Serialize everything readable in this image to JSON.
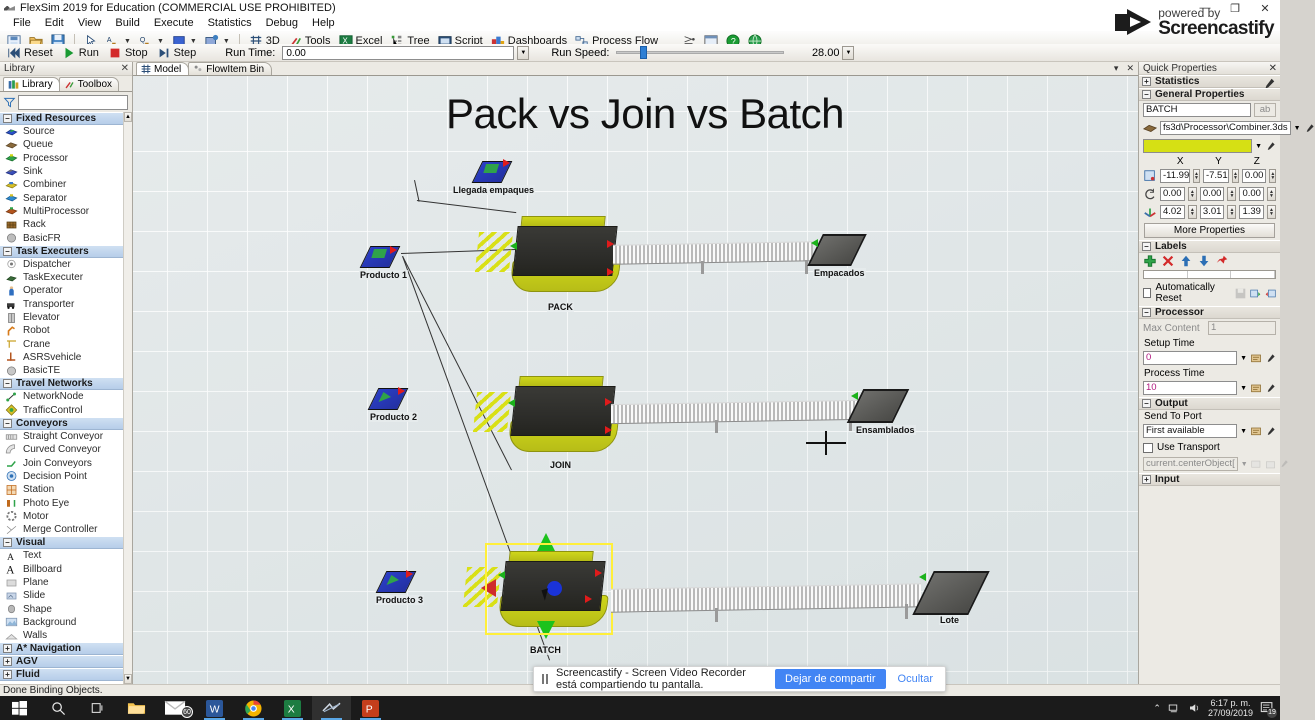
{
  "window": {
    "title": "FlexSim 2019 for Education (COMMERCIAL USE PROHIBITED)",
    "minimize": "—",
    "maximize": "❐",
    "close": "✕"
  },
  "menu": [
    "File",
    "Edit",
    "View",
    "Build",
    "Execute",
    "Statistics",
    "Debug",
    "Help"
  ],
  "toolbar": {
    "buttons": [
      {
        "label": "3D",
        "icon": "grid-3d-icon"
      },
      {
        "label": "Tools",
        "icon": "tools-icon"
      },
      {
        "label": "Excel",
        "icon": "excel-icon"
      },
      {
        "label": "Tree",
        "icon": "tree-icon"
      },
      {
        "label": "Script",
        "icon": "script-icon"
      },
      {
        "label": "Dashboards",
        "icon": "dashboards-icon"
      },
      {
        "label": "Process Flow",
        "icon": "process-flow-icon"
      }
    ]
  },
  "runbar": {
    "reset": "Reset",
    "run": "Run",
    "stop": "Stop",
    "step": "Step",
    "run_time_label": "Run Time:",
    "run_time_value": "0.00",
    "run_speed_label": "Run Speed:",
    "run_speed_value": "28.00"
  },
  "library": {
    "panel_title": "Library",
    "close": "✕",
    "tabs": [
      {
        "label": "Library",
        "icon": "library-icon",
        "active": true
      },
      {
        "label": "Toolbox",
        "icon": "toolbox-icon",
        "active": false
      }
    ],
    "filter_placeholder": "",
    "filter_value": "",
    "groups": [
      {
        "name": "Fixed Resources",
        "expanded": true,
        "items": [
          "Source",
          "Queue",
          "Processor",
          "Sink",
          "Combiner",
          "Separator",
          "MultiProcessor",
          "Rack",
          "BasicFR"
        ]
      },
      {
        "name": "Task Executers",
        "expanded": true,
        "items": [
          "Dispatcher",
          "TaskExecuter",
          "Operator",
          "Transporter",
          "Elevator",
          "Robot",
          "Crane",
          "ASRSvehicle",
          "BasicTE"
        ]
      },
      {
        "name": "Travel Networks",
        "expanded": true,
        "items": [
          "NetworkNode",
          "TrafficControl"
        ]
      },
      {
        "name": "Conveyors",
        "expanded": true,
        "items": [
          "Straight Conveyor",
          "Curved Conveyor",
          "Join Conveyors",
          "Decision Point",
          "Station",
          "Photo Eye",
          "Motor",
          "Merge Controller"
        ]
      },
      {
        "name": "Visual",
        "expanded": true,
        "items": [
          "Text",
          "Billboard",
          "Plane",
          "Slide",
          "Shape",
          "Background",
          "Walls"
        ]
      },
      {
        "name": "A* Navigation",
        "expanded": false,
        "items": []
      },
      {
        "name": "AGV",
        "expanded": false,
        "items": []
      },
      {
        "name": "Fluid",
        "expanded": false,
        "items": []
      }
    ]
  },
  "statusbar": {
    "text": "Done Binding Objects."
  },
  "model": {
    "tabs": [
      {
        "label": "Model",
        "icon": "model-grid-icon",
        "active": true
      },
      {
        "label": "FlowItem Bin",
        "icon": "flowitem-bin-icon",
        "active": false
      }
    ],
    "tab_controls": {
      "dropdown": "▾",
      "close": "✕"
    },
    "title": "Pack vs Join vs Batch",
    "objects": [
      {
        "name": "Llegada empaques",
        "type": "source"
      },
      {
        "name": "Producto 1",
        "type": "source"
      },
      {
        "name": "PACK",
        "type": "combiner"
      },
      {
        "name": "Empacados",
        "type": "sink"
      },
      {
        "name": "Producto 2",
        "type": "source"
      },
      {
        "name": "JOIN",
        "type": "combiner"
      },
      {
        "name": "Ensamblados",
        "type": "sink"
      },
      {
        "name": "Producto 3",
        "type": "source"
      },
      {
        "name": "BATCH",
        "type": "combiner",
        "selected": true
      },
      {
        "name": "Lote",
        "type": "sink"
      }
    ]
  },
  "quick_properties": {
    "panel_title": "Quick Properties",
    "close": "✕",
    "sections": {
      "statistics": {
        "label": "Statistics",
        "expanded": false
      },
      "general": {
        "label": "General Properties",
        "expanded": true
      },
      "labels": {
        "label": "Labels",
        "expanded": true
      },
      "processor": {
        "label": "Processor",
        "expanded": true
      },
      "output": {
        "label": "Output",
        "expanded": true
      },
      "input": {
        "label": "Input",
        "expanded": false
      }
    },
    "general": {
      "object_name": "BATCH",
      "name_button": "ab",
      "shape_path": "fs3d\\Processor\\Combiner.3ds",
      "color_hex": "#d6e014",
      "axes": {
        "x": "X",
        "y": "Y",
        "z": "Z"
      },
      "position": {
        "x": "-11.99",
        "y": "-7.51",
        "z": "0.00"
      },
      "rotation": {
        "x": "0.00",
        "y": "0.00",
        "z": "0.00"
      },
      "size": {
        "x": "4.02",
        "y": "3.01",
        "z": "1.39"
      },
      "more_properties": "More Properties"
    },
    "labels": {
      "add": "add-label-icon",
      "remove": "remove-label-icon",
      "up": "move-up-icon",
      "down": "move-down-icon",
      "pin": "pin-icon",
      "auto_reset": "Automatically Reset",
      "auto_reset_checked": false
    },
    "processor": {
      "max_content_label": "Max Content",
      "max_content_value": "1",
      "setup_time_label": "Setup Time",
      "setup_time_value": "0",
      "process_time_label": "Process Time",
      "process_time_value": "10"
    },
    "output": {
      "send_to_port_label": "Send To Port",
      "send_to_port_value": "First available",
      "use_transport_label": "Use Transport",
      "use_transport_checked": false,
      "transport_value": "current.centerObject["
    }
  },
  "share_notification": {
    "text": "Screencastify - Screen Video Recorder está compartiendo tu pantalla.",
    "stop_button": "Dejar de compartir",
    "hide_button": "Ocultar"
  },
  "screencastify": {
    "powered_by": "powered by",
    "brand": "Screencastify"
  },
  "taskbar": {
    "icons": [
      "start-icon",
      "search-icon",
      "task-view-icon",
      "file-explorer-icon",
      "mail-icon",
      "word-icon",
      "chrome-icon",
      "excel-icon",
      "flexsim-icon",
      "powerpoint-icon"
    ],
    "mail_badge": "60",
    "tray": {
      "chevron": "chevron-up-icon",
      "network": "network-icon",
      "volume": "volume-icon",
      "time": "6:17 p. m.",
      "date": "27/09/2019",
      "notifications_badge": "19"
    }
  }
}
